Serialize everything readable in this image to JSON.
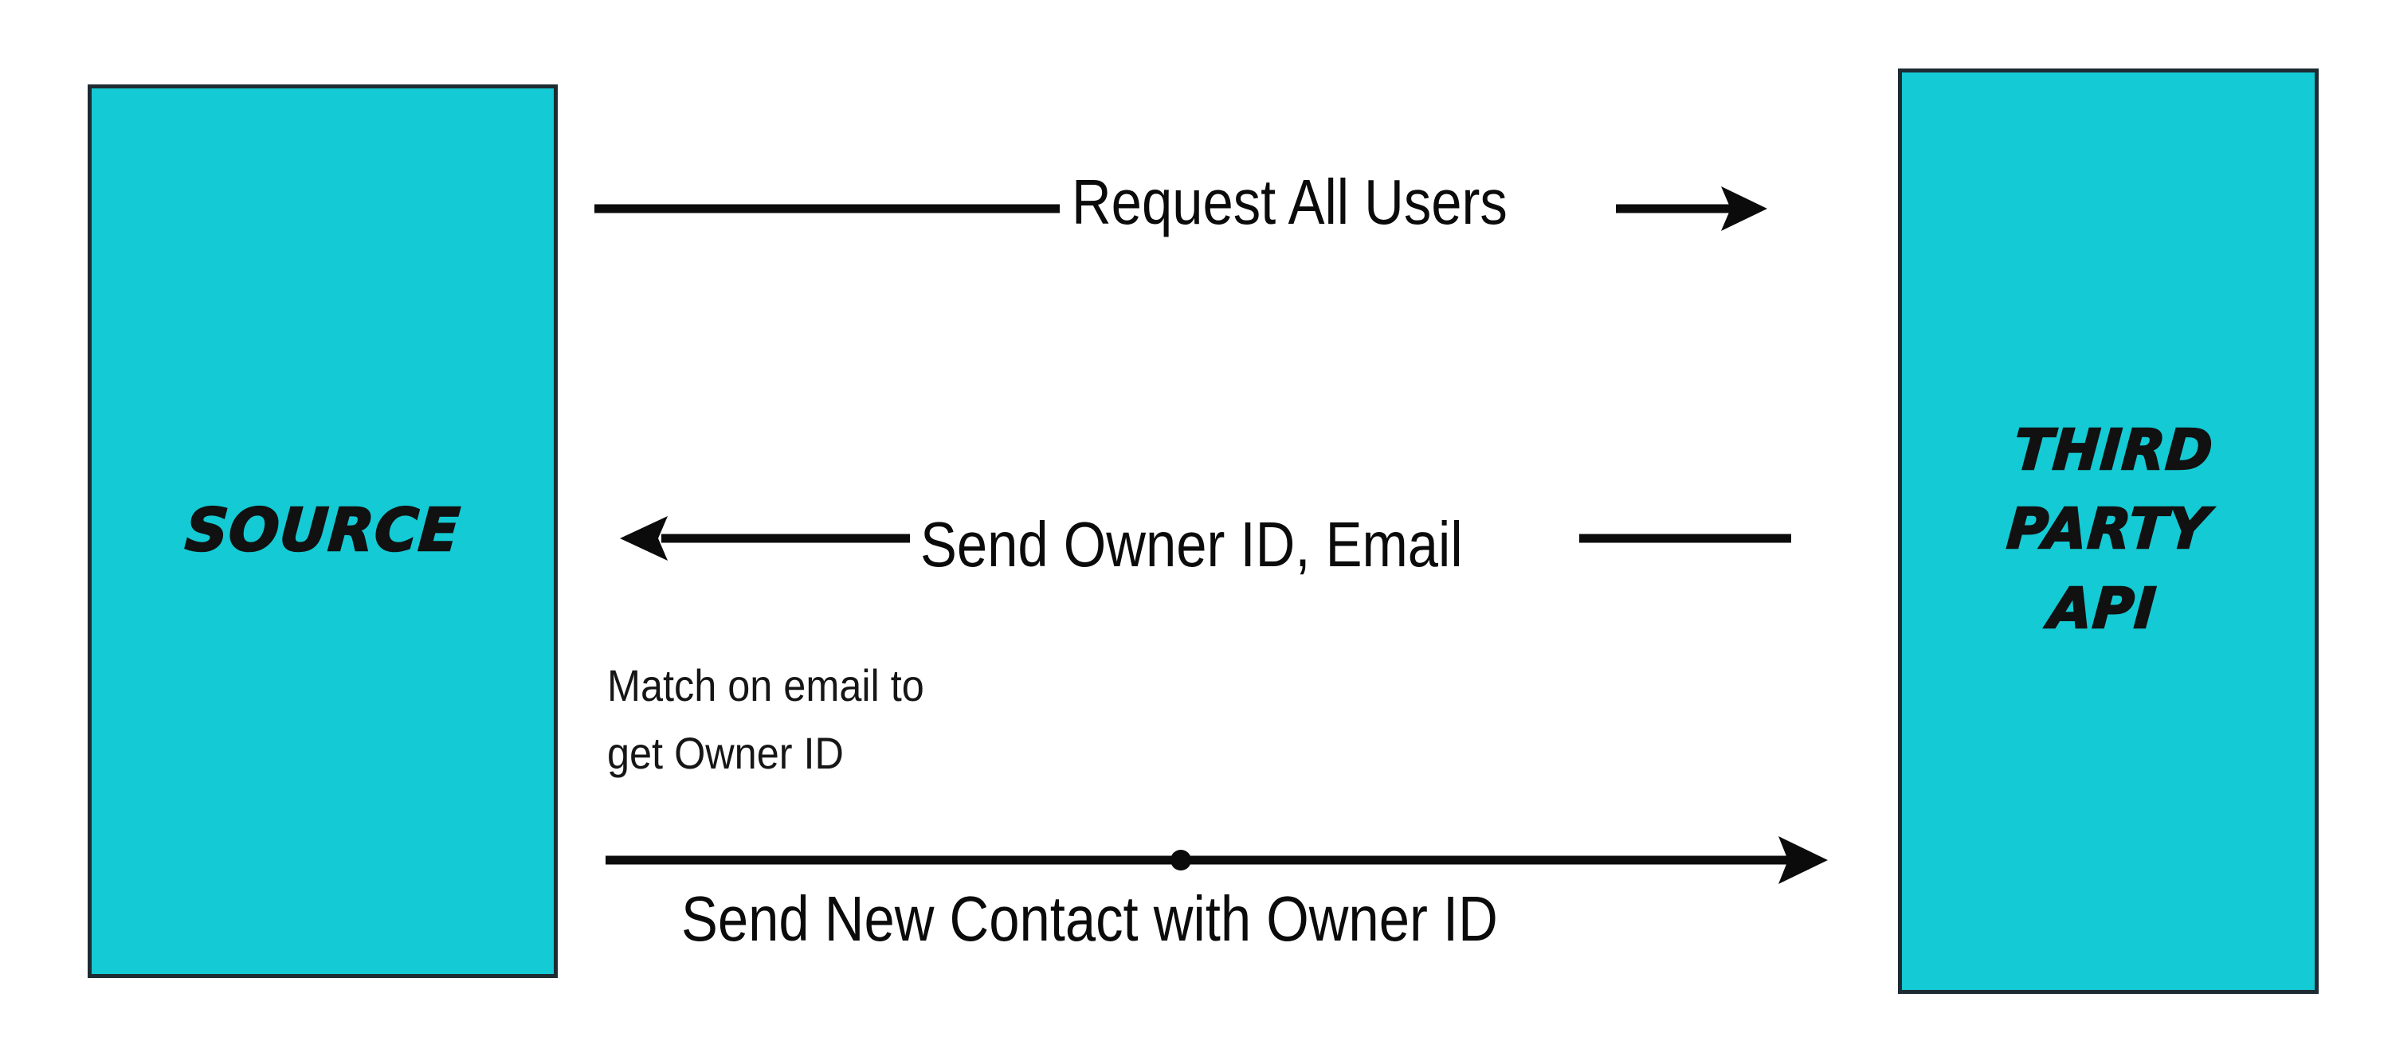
{
  "diagram": {
    "type": "sequence-diagram",
    "background_color": "#ffffff",
    "accent_color": "#14CAD4",
    "stroke_color": "#1d2b33",
    "line_color": "#0b0b0b",
    "participants": [
      {
        "id": "source",
        "label_lines": [
          "SOURCE"
        ],
        "label": "SOURCE",
        "fill": "#14CAD4",
        "border": "#1d2b33"
      },
      {
        "id": "third-party-api",
        "label_lines": [
          "THIRD",
          "PARTY",
          "API"
        ],
        "label": "THIRD PARTY API",
        "fill": "#14CAD4",
        "border": "#1d2b33"
      }
    ],
    "messages": [
      {
        "id": "request-all-users",
        "label": "Request All Users",
        "from": "source",
        "to": "third-party-api",
        "direction": "right",
        "has_midpoint_dot": false
      },
      {
        "id": "send-owner-id-email",
        "label": "Send Owner ID, Email",
        "from": "third-party-api",
        "to": "source",
        "direction": "left",
        "has_midpoint_dot": false
      },
      {
        "id": "send-new-contact",
        "label": "Send New Contact with Owner ID",
        "from": "source",
        "to": "third-party-api",
        "direction": "right",
        "has_midpoint_dot": true
      }
    ],
    "notes": [
      {
        "id": "match-email",
        "lines": [
          "Match on email to",
          "get Owner ID"
        ],
        "text": "Match on email to get Owner ID"
      }
    ]
  }
}
